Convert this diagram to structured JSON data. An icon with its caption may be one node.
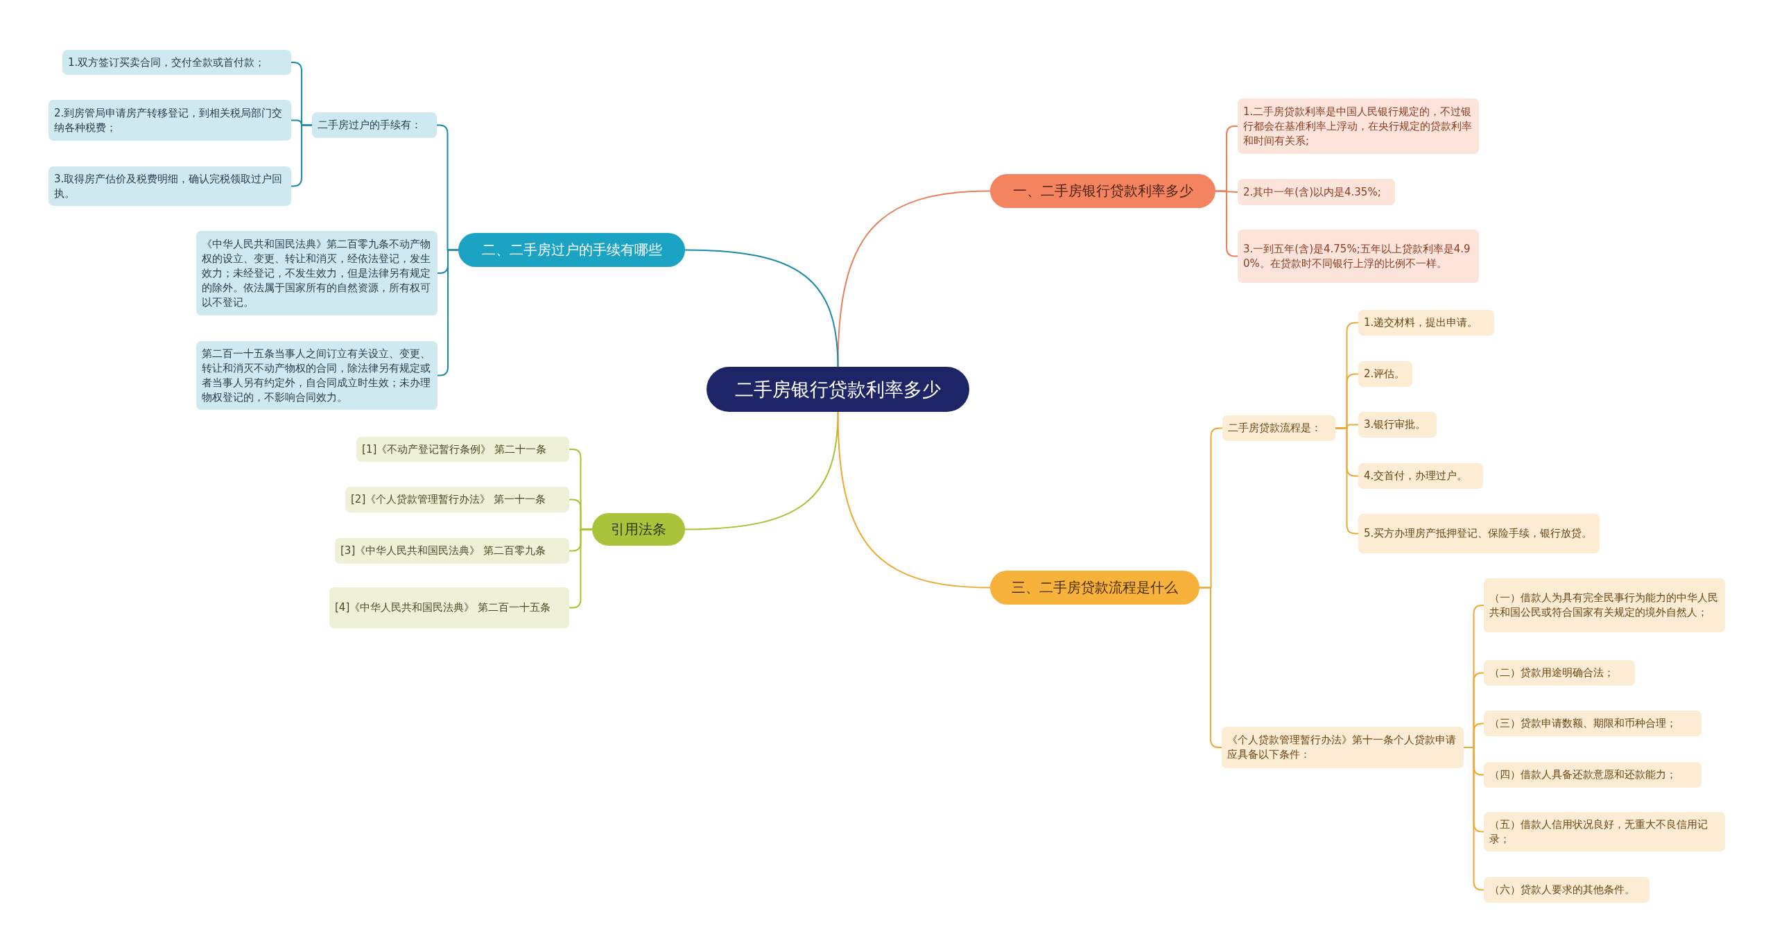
{
  "diagram": {
    "nodes": [
      {
        "text": [
          "二手房银行贷款利率多少"
        ]
      },
      {
        "text": [
          "一、二手房银行贷款利率多少"
        ]
      },
      {
        "text": [
          "1.二手房贷款利率是中国人民银行规定的，不过银行都会在基准利率上浮动，在央行规定的贷款利率和时间有关系;"
        ]
      },
      {
        "text": [
          "2.其中一年(含)以内是4.35%;"
        ]
      },
      {
        "text": [
          "3.一到五年(含)是4.75%;五年以上贷款利率是4.90%。在贷款时不同银行上浮的比例不一样。"
        ]
      },
      {
        "text": [
          "二、二手房过户的手续有哪些"
        ]
      },
      {
        "text": [
          "二手房过户的手续有："
        ]
      },
      {
        "text": [
          "1.双方签订买卖合同，交付全款或首付款；"
        ]
      },
      {
        "text": [
          "2.到房管局申请房产转移登记，到相关税局部门交纳各种税费；"
        ]
      },
      {
        "text": [
          "3.取得房产估价及税费明细，确认完税领取过户回执。"
        ]
      },
      {
        "text": [
          "《中华人民共和国民法典》第二百零九条不动产物权的设立、变更、转让和消灭，经依法登记，发生效力；未经登记，不发生效力，但是法律另有规定的除外。依法属于国家所有的自然资源，所有权可以不登记。"
        ]
      },
      {
        "text": [
          "第二百一十五条当事人之间订立有关设立、变更、转让和消灭不动产物权的合同，除法律另有规定或者当事人另有约定外，自合同成立时生效；未办理物权登记的，不影响合同效力。"
        ]
      },
      {
        "text": [
          "引用法条"
        ]
      },
      {
        "text": [
          "[1]《不动产登记暂行条例》 第二十一条"
        ]
      },
      {
        "text": [
          "[2]《个人贷款管理暂行办法》 第一十一条"
        ]
      },
      {
        "text": [
          "[3]《中华人民共和国民法典》 第二百零九条"
        ]
      },
      {
        "text": [
          "[4]《中华人民共和国民法典》 第二百一十五条"
        ]
      },
      {
        "text": [
          "三、二手房贷款流程是什么"
        ]
      },
      {
        "text": [
          "二手房贷款流程是："
        ]
      },
      {
        "text": [
          "1.递交材料，提出申请。"
        ]
      },
      {
        "text": [
          "2.评估。"
        ]
      },
      {
        "text": [
          "3.银行审批。"
        ]
      },
      {
        "text": [
          "4.交首付，办理过户。"
        ]
      },
      {
        "text": [
          "5.买方办理房产抵押登记、保险手续，银行放贷。"
        ]
      },
      {
        "text": [
          "《个人贷款管理暂行办法》第十一条个人贷款申请应具备以下条件："
        ]
      },
      {
        "text": [
          "（一）借款人为具有完全民事行为能力的中华人民共和国公民或符合国家有关规定的境外自然人；"
        ]
      },
      {
        "text": [
          "（二）贷款用途明确合法；"
        ]
      },
      {
        "text": [
          "（三）贷款申请数额、期限和币种合理；"
        ]
      },
      {
        "text": [
          "（四）借款人具备还款意愿和还款能力；"
        ]
      },
      {
        "text": [
          "（五）借款人信用状况良好，无重大不良信用记录；"
        ]
      },
      {
        "text": [
          "（六）贷款人要求的其他条件。"
        ]
      }
    ],
    "edges": [
      {
        "from": 0,
        "to": 1,
        "arrow": "none",
        "color": "#e8805a"
      },
      {
        "from": 1,
        "to": 2,
        "arrow": "none",
        "color": "#e8805a"
      },
      {
        "from": 1,
        "to": 3,
        "arrow": "none",
        "color": "#e8805a"
      },
      {
        "from": 1,
        "to": 4,
        "arrow": "none",
        "color": "#e8805a"
      },
      {
        "from": 0,
        "to": 5,
        "arrow": "none",
        "color": "#1a8aa8"
      },
      {
        "from": 5,
        "to": 6,
        "arrow": "none",
        "color": "#1a8aa8"
      },
      {
        "from": 6,
        "to": 7,
        "arrow": "none",
        "color": "#1a8aa8"
      },
      {
        "from": 6,
        "to": 8,
        "arrow": "none",
        "color": "#1a8aa8"
      },
      {
        "from": 6,
        "to": 9,
        "arrow": "none",
        "color": "#1a8aa8"
      },
      {
        "from": 5,
        "to": 10,
        "arrow": "none",
        "color": "#1a8aa8"
      },
      {
        "from": 5,
        "to": 11,
        "arrow": "none",
        "color": "#1a8aa8"
      },
      {
        "from": 0,
        "to": 12,
        "arrow": "none",
        "color": "#a8c232"
      },
      {
        "from": 12,
        "to": 13,
        "arrow": "none",
        "color": "#a8c232"
      },
      {
        "from": 12,
        "to": 14,
        "arrow": "none",
        "color": "#a8c232"
      },
      {
        "from": 12,
        "to": 15,
        "arrow": "none",
        "color": "#a8c232"
      },
      {
        "from": 12,
        "to": 16,
        "arrow": "none",
        "color": "#a8c232"
      },
      {
        "from": 0,
        "to": 17,
        "arrow": "none"
      },
      {
        "from": 17,
        "to": 18,
        "arrow": "none"
      },
      {
        "from": 18,
        "to": 19,
        "arrow": "none"
      },
      {
        "from": 18,
        "to": 20,
        "arrow": "none"
      },
      {
        "from": 18,
        "to": 21,
        "arrow": "none"
      },
      {
        "from": 18,
        "to": 22,
        "arrow": "none"
      },
      {
        "from": 18,
        "to": 23,
        "arrow": "none"
      },
      {
        "from": 17,
        "to": 24,
        "arrow": "none"
      },
      {
        "from": 24,
        "to": 25,
        "arrow": "none"
      },
      {
        "from": 24,
        "to": 26,
        "arrow": "none"
      },
      {
        "from": 24,
        "to": 27,
        "arrow": "none"
      },
      {
        "from": 24,
        "to": 28,
        "arrow": "none"
      },
      {
        "from": 24,
        "to": 29,
        "arrow": "none"
      },
      {
        "from": 24,
        "to": 30,
        "arrow": "none"
      }
    ]
  }
}
